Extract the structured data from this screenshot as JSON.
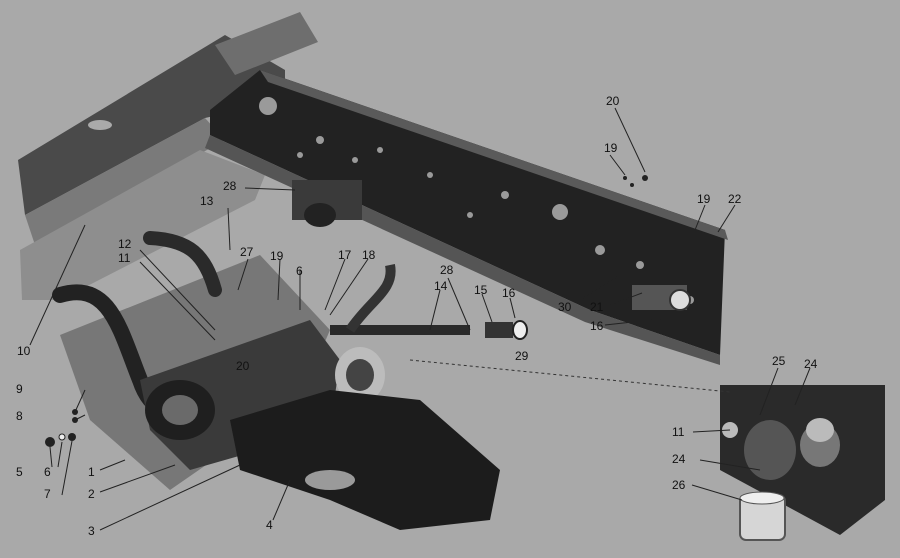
{
  "diagram": {
    "callouts": [
      {
        "id": "c1",
        "text": "1"
      },
      {
        "id": "c2",
        "text": "2"
      },
      {
        "id": "c3",
        "text": "3"
      },
      {
        "id": "c4",
        "text": "4"
      },
      {
        "id": "c5",
        "text": "5"
      },
      {
        "id": "c6",
        "text": "6"
      },
      {
        "id": "c7",
        "text": "7"
      },
      {
        "id": "c8",
        "text": "8"
      },
      {
        "id": "c9",
        "text": "9"
      },
      {
        "id": "c10",
        "text": "10"
      },
      {
        "id": "c11a",
        "text": "11"
      },
      {
        "id": "c12",
        "text": "12"
      },
      {
        "id": "c13",
        "text": "13"
      },
      {
        "id": "c27",
        "text": "27"
      },
      {
        "id": "c19a",
        "text": "19"
      },
      {
        "id": "c6b",
        "text": "6"
      },
      {
        "id": "c17",
        "text": "17"
      },
      {
        "id": "c18",
        "text": "18"
      },
      {
        "id": "c28a",
        "text": "28"
      },
      {
        "id": "c28b",
        "text": "28"
      },
      {
        "id": "c14",
        "text": "14"
      },
      {
        "id": "c15",
        "text": "15"
      },
      {
        "id": "c16a",
        "text": "16"
      },
      {
        "id": "c29",
        "text": "29"
      },
      {
        "id": "c20a",
        "text": "20"
      },
      {
        "id": "c20b",
        "text": "20"
      },
      {
        "id": "c19b",
        "text": "19"
      },
      {
        "id": "c19c",
        "text": "19"
      },
      {
        "id": "c22",
        "text": "22"
      },
      {
        "id": "c30",
        "text": "30"
      },
      {
        "id": "c21",
        "text": "21"
      },
      {
        "id": "c16b",
        "text": "16"
      },
      {
        "id": "c25",
        "text": "25"
      },
      {
        "id": "c24a",
        "text": "24"
      },
      {
        "id": "c24b",
        "text": "24"
      },
      {
        "id": "c11b",
        "text": "11"
      },
      {
        "id": "c26",
        "text": "26"
      }
    ]
  }
}
